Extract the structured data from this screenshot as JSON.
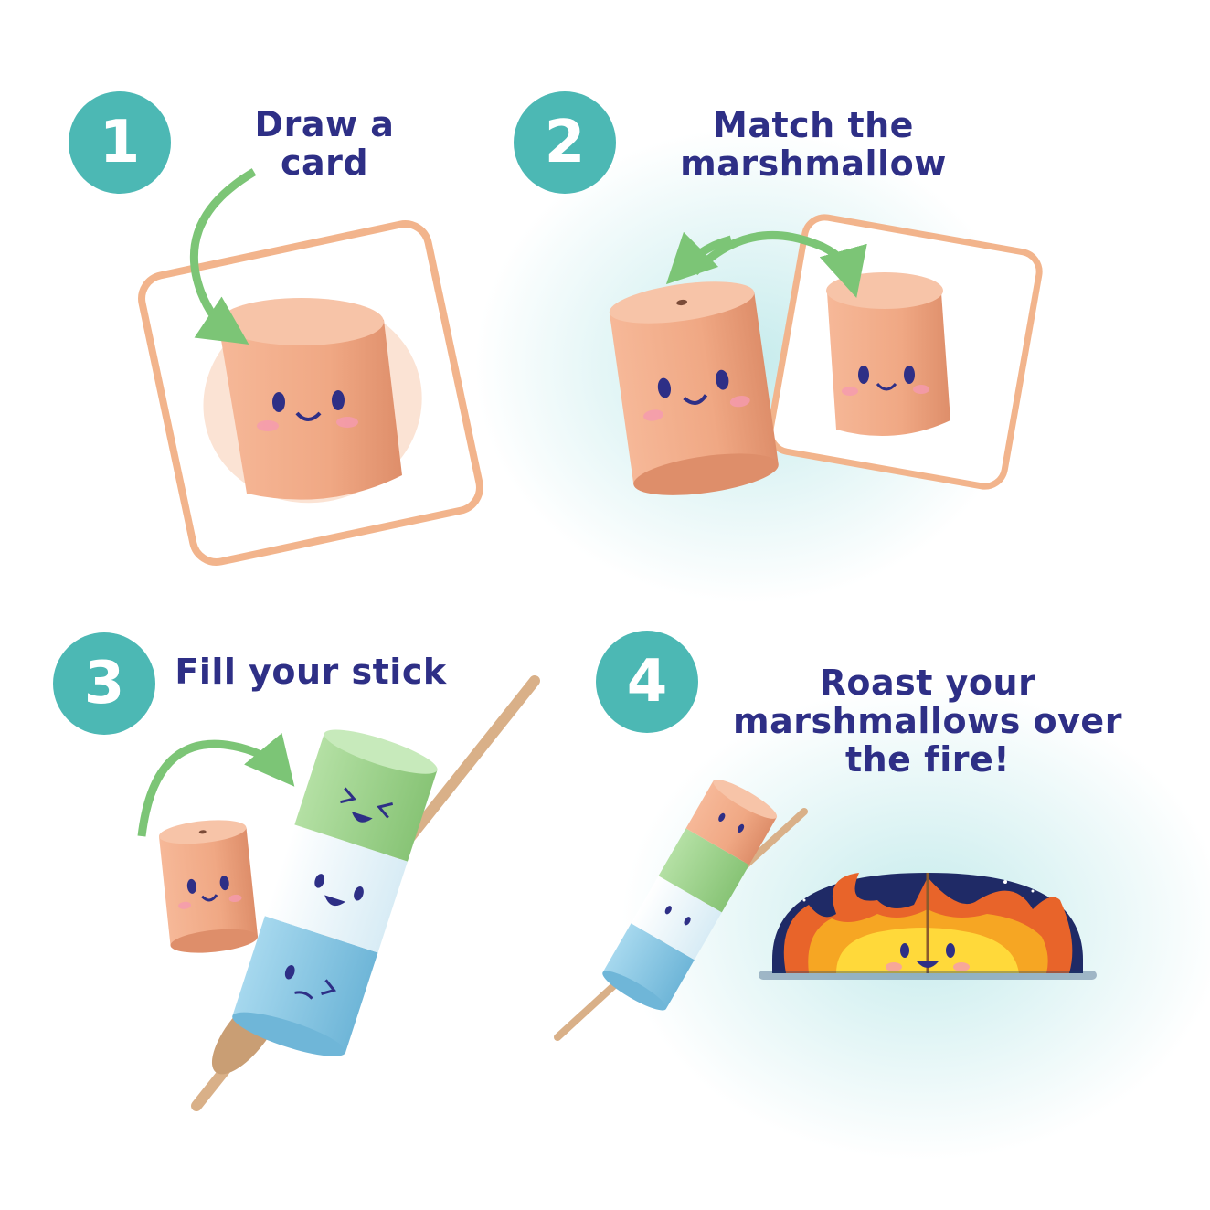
{
  "steps": [
    {
      "number": "1",
      "lines": [
        "Draw a card"
      ]
    },
    {
      "number": "2",
      "lines": [
        "Match the",
        "marshmallow"
      ]
    },
    {
      "number": "3",
      "lines": [
        "Fill your stick"
      ]
    },
    {
      "number": "4",
      "lines": [
        "Roast your",
        "marshmallows over",
        "the fire!"
      ]
    }
  ],
  "colors": {
    "badge": "#4cb8b4",
    "text": "#2e2f86",
    "arrow": "#7cc576",
    "card_border": "#f2b48c",
    "marshmallow_peach": "#f0a884",
    "marshmallow_green": "#9ed38d",
    "marshmallow_white": "#eef7fb",
    "marshmallow_blue": "#8fcbe6",
    "stick": "#d9b088",
    "fire_night": "#1f2a66",
    "fire_orange": "#f08a1e",
    "fire_yellow": "#ffd93a",
    "glow": "#bfe9ea"
  },
  "illustrations": [
    "card-with-marshmallow",
    "marshmallow-matching-card",
    "marshmallow-stick",
    "campfire"
  ]
}
